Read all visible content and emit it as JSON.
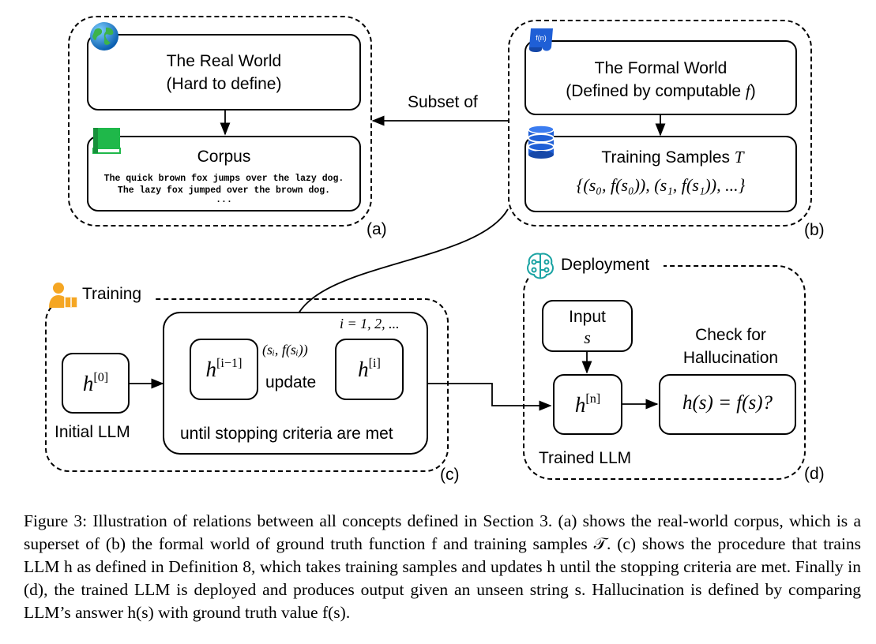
{
  "real_world": {
    "title": "The Real World",
    "subtitle": "(Hard to define)",
    "tag": "(a)"
  },
  "corpus": {
    "title": "Corpus",
    "line1": "The quick brown fox jumps over the lazy dog.",
    "line2": "The lazy fox jumped over the brown dog.",
    "ellipsis": "..."
  },
  "formal_world": {
    "title": "The Formal World",
    "subtitle_prefix": "(Defined by computable ",
    "subtitle_var": "f",
    "subtitle_suffix": ")",
    "tag": "(b)",
    "icon_text": "f(n)"
  },
  "training_samples": {
    "title_prefix": "Training Samples ",
    "title_var": "T",
    "set": "{(s₀, f(s₀)), (s₁, f(s₁)), ...}"
  },
  "subset_label": "Subset of",
  "training": {
    "label": "Training",
    "tag": "(c)",
    "iteration": "i = 1, 2, ...",
    "pair": "(sᵢ, f(sᵢ))",
    "update": "update",
    "until": "until stopping criteria are met",
    "initial_label": "Initial LLM",
    "h0_base": "h",
    "h0_sup": "[0]",
    "hprev_base": "h",
    "hprev_sup": "[i−1]",
    "hi_base": "h",
    "hi_sup": "[i]"
  },
  "deployment": {
    "label": "Deployment",
    "tag": "(d)",
    "input_title": "Input",
    "input_var": "s",
    "check_line1": "Check for",
    "check_line2": "Hallucination",
    "hn_base": "h",
    "hn_sup": "[n]",
    "compare": "h(s) = f(s)?",
    "trained_label": "Trained LLM"
  },
  "caption": "Figure 3:  Illustration of relations between all concepts defined in Section 3. (a) shows the real-world corpus, which is a superset of (b) the formal world of ground truth function f and training samples 𝒯. (c) shows the procedure that trains LLM h as defined in Definition 8, which takes training samples and updates h until the stopping criteria are met. Finally in (d), the trained LLM is deployed and produces output given an unseen string s. Hallucination is defined by comparing LLM’s answer h(s) with ground truth value f(s)."
}
